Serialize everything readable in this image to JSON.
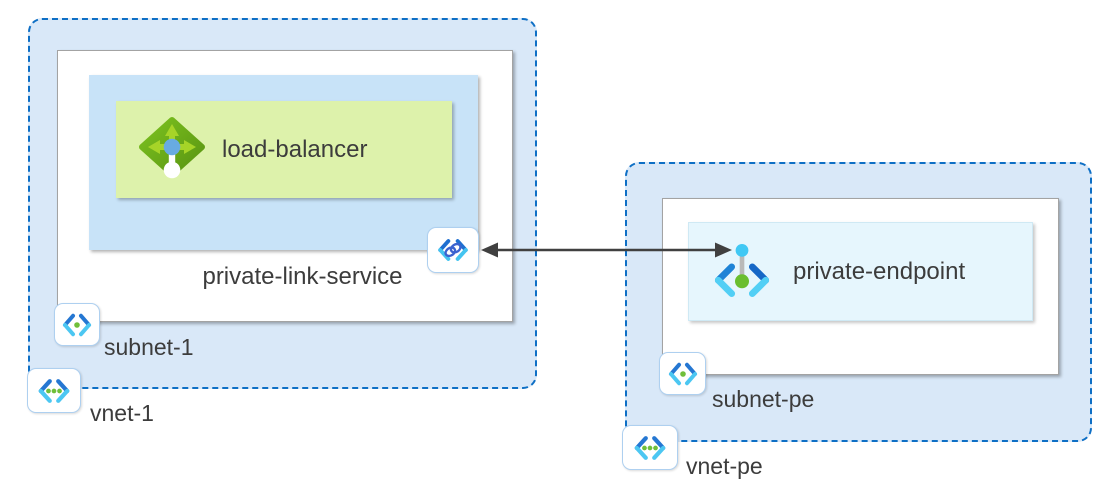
{
  "diagram": {
    "nodes": {
      "vnet1": {
        "label": "vnet-1",
        "icon": "virtual-network-icon"
      },
      "subnet1": {
        "label": "subnet-1",
        "icon": "subnet-icon"
      },
      "private_link_service": {
        "label": "private-link-service",
        "icon": "private-link-service-icon"
      },
      "load_balancer": {
        "label": "load-balancer",
        "icon": "load-balancer-icon"
      },
      "vnet_pe": {
        "label": "vnet-pe",
        "icon": "virtual-network-icon"
      },
      "subnet_pe": {
        "label": "subnet-pe",
        "icon": "subnet-icon"
      },
      "private_endpoint": {
        "label": "private-endpoint",
        "icon": "private-endpoint-icon"
      }
    },
    "connections": [
      {
        "from": "private-link-service",
        "to": "private-endpoint",
        "type": "bidirectional-arrow"
      }
    ],
    "colors": {
      "vnet_fill": "#d9e8f8",
      "vnet_border": "#0e6fc5",
      "subnet_fill": "#ffffff",
      "private_link_service_fill": "#c8e3f8",
      "load_balancer_fill": "#ddf2ab",
      "private_endpoint_fill": "#e6f6fd",
      "icon_blue_dark": "#2577d2",
      "icon_blue_cyan": "#4cc7f2",
      "icon_green": "#70bf3a",
      "arrow": "#404040",
      "label_text": "#3c3c3c"
    }
  }
}
